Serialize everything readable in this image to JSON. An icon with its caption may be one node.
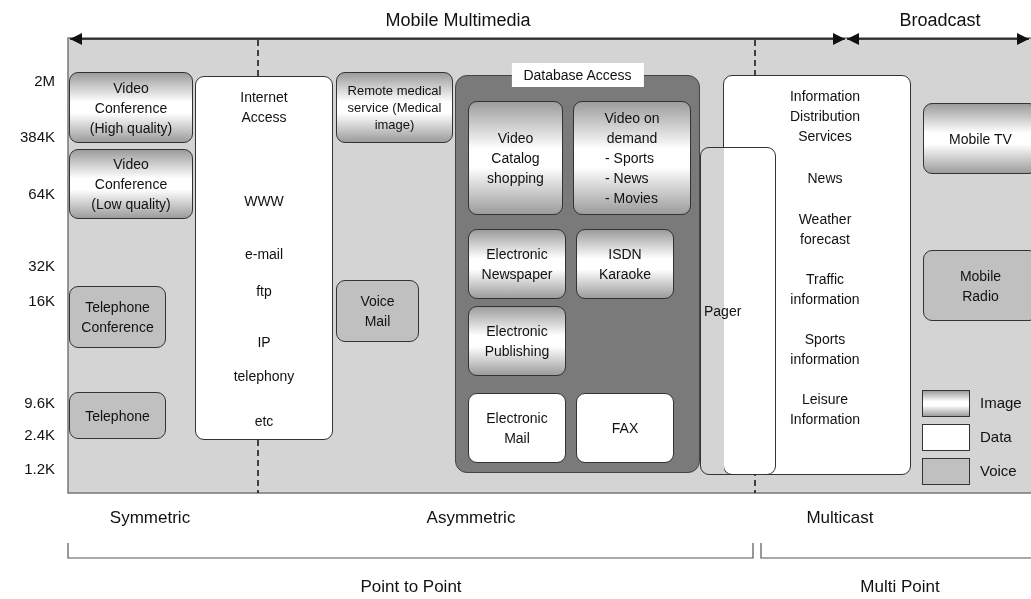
{
  "diagram": {
    "nodes": [
      {
        "text": [
          "Video Conference (High quality)"
        ]
      },
      {
        "text": [
          "Internet Access",
          "WWW",
          "e-mail",
          "ftp",
          "IP",
          "telephony",
          "etc"
        ]
      },
      {
        "text": [
          "Remote medical service (Medical image)"
        ]
      },
      {
        "text": [
          "Video Conference (Low quality)"
        ]
      },
      {
        "text": [
          "Telephone Conference"
        ]
      },
      {
        "text": [
          "Telephone"
        ]
      },
      {
        "text": [
          "Voice Mail"
        ]
      },
      {
        "text": [
          "Database Access"
        ]
      },
      {
        "text": [
          "Video Catalog shopping"
        ],
        "in": 7
      },
      {
        "text": [
          "Video on demand",
          "- Sports",
          "- News",
          "- Movies"
        ],
        "in": 7
      },
      {
        "text": [
          "Electronic Newspaper"
        ],
        "in": 7
      },
      {
        "text": [
          "ISDN Karaoke"
        ],
        "in": 7
      },
      {
        "text": [
          "Electronic Publishing"
        ],
        "in": 7
      },
      {
        "text": [
          "Electronic Mail"
        ],
        "in": 7
      },
      {
        "text": [
          "FAX"
        ],
        "in": 7
      },
      {
        "text": [
          "Information Distribution Services",
          "News",
          "Weather forecast",
          "Traffic information",
          "Sports information",
          "Leisure Information"
        ]
      },
      {
        "text": [
          "Pager"
        ]
      },
      {
        "text": [
          "Mobile TV"
        ]
      },
      {
        "text": [
          "Mobile Radio"
        ]
      }
    ],
    "labels": [
      "Mobile Multimedia",
      "Broadcast",
      "2M",
      "384K",
      "64K",
      "32K",
      "16K",
      "9.6K",
      "2.4K",
      "1.2K",
      "Symmetric",
      "Asymmetric",
      "Multicast",
      "Point to Point",
      "Multi Point"
    ],
    "legend": [
      {
        "text": "Image"
      },
      {
        "text": "Data",
        "color": "#ffffff"
      },
      {
        "text": "Voice",
        "color": "#c0c0c0"
      }
    ]
  }
}
